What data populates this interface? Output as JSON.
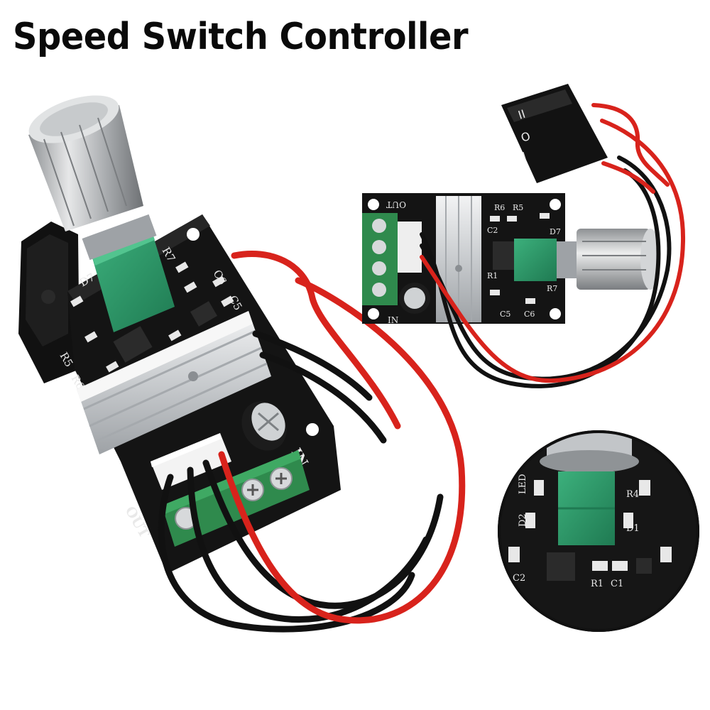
{
  "title": "Speed Switch Controller",
  "board_labels": {
    "out": "OUT",
    "in": "IN",
    "d7": "D7",
    "r7": "R7",
    "r5": "R5",
    "r6": "R6",
    "c5": "C5",
    "c6": "C6",
    "c2": "C2",
    "r1": "R1",
    "c1": "C1",
    "d1": "D1",
    "d2": "D2",
    "r4": "R4",
    "led": "LED"
  },
  "icons": [
    "potentiometer-knob-icon",
    "rocker-switch-icon",
    "heatsink-icon",
    "terminal-block-icon",
    "capacitor-icon",
    "wire-harness-icon",
    "magnifier-inset-icon"
  ],
  "colors": {
    "pcb": "#141414",
    "potentiometer": "#2e9a6b",
    "terminal": "#2f8a4d",
    "wire_red": "#d8231c",
    "wire_black": "#111111",
    "heatsink": "#c9ccd0",
    "knob": "#b5b8bb"
  }
}
